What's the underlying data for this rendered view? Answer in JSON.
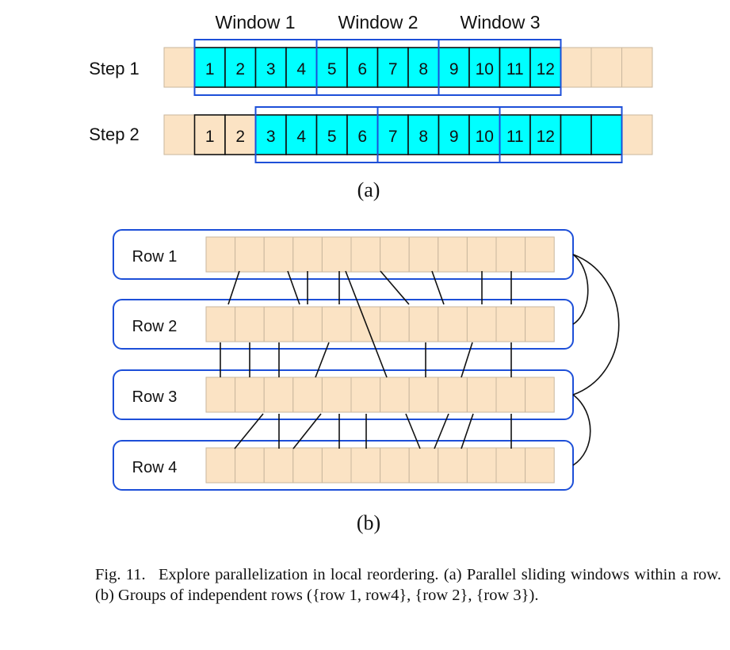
{
  "part_a": {
    "windows": [
      "Window 1",
      "Window 2",
      "Window 3"
    ],
    "steps": [
      {
        "label": "Step 1",
        "cells": [
          "",
          "1",
          "2",
          "3",
          "4",
          "5",
          "6",
          "7",
          "8",
          "9",
          "10",
          "11",
          "12",
          "",
          "",
          ""
        ],
        "active_from": 1,
        "active_to": 12
      },
      {
        "label": "Step 2",
        "cells": [
          "",
          "1",
          "2",
          "3",
          "4",
          "5",
          "6",
          "7",
          "8",
          "9",
          "10",
          "11",
          "12",
          "",
          "",
          ""
        ],
        "active_from": 3,
        "active_to": 14
      }
    ],
    "sublabel": "(a)"
  },
  "part_b": {
    "rows": [
      "Row 1",
      "Row 2",
      "Row 3",
      "Row 4"
    ],
    "cells_per_row": 12,
    "sublabel": "(b)"
  },
  "caption": {
    "figure_number": "Fig. 11.",
    "text": "Explore parallelization in local reordering. (a) Parallel sliding windows within a row. (b) Groups of independent rows ({row 1, row4}, {row 2}, {row 3})."
  },
  "colors": {
    "cell_inactive": "#fbe3c4",
    "cell_active": "#00ffff",
    "window_border": "#1d4fd8",
    "row_border": "#1d4fd8"
  }
}
